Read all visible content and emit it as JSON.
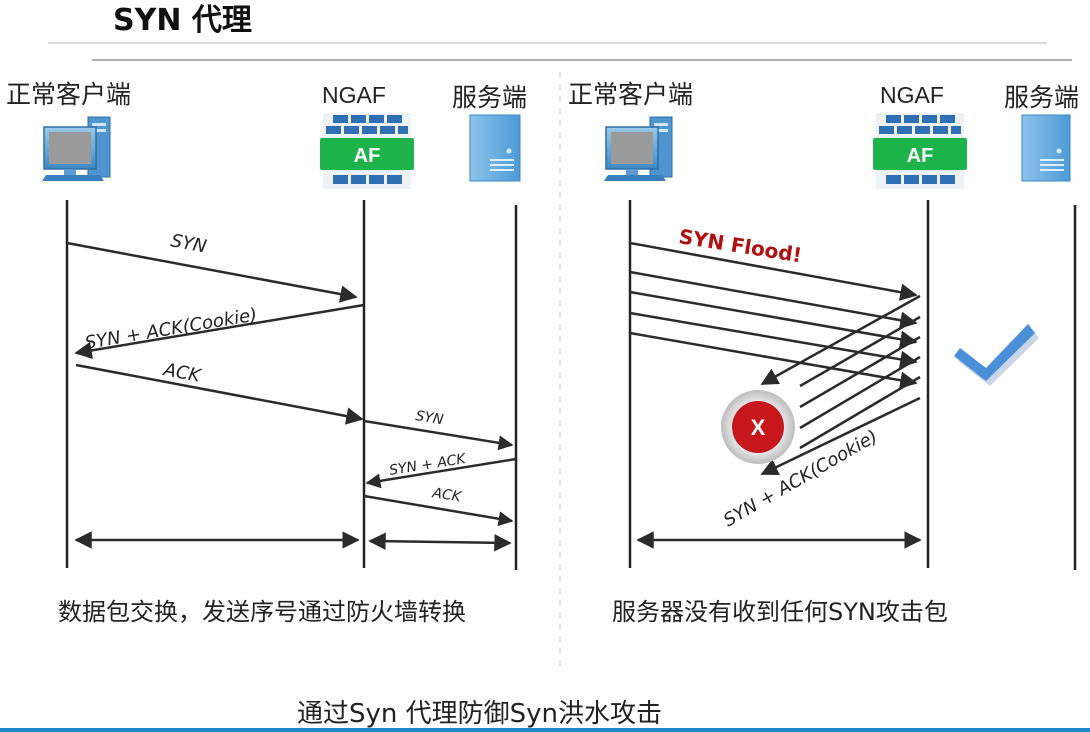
{
  "page": {
    "title": "SYN 代理",
    "footer": "通过Syn 代理防御Syn洪水攻击"
  },
  "left": {
    "client_label": "正常客户端",
    "firewall_label": "NGAF",
    "server_label": "服务端",
    "af_badge": "AF",
    "messages": {
      "syn": "SYN",
      "synack_cookie": "SYN + ACK(Cookie)",
      "ack": "ACK",
      "syn2": "SYN",
      "synack2": "SYN + ACK",
      "ack2": "ACK"
    },
    "caption": "数据包交换，发送序号通过防火墙转换"
  },
  "right": {
    "client_label": "正常客户端",
    "firewall_label": "NGAF",
    "server_label": "服务端",
    "af_badge": "AF",
    "flood_label": "SYN Flood!",
    "synack_cookie": "SYN + ACK(Cookie)",
    "blocked_mark": "X",
    "caption": "服务器没有收到任何SYN攻击包"
  },
  "colors": {
    "accent_blue": "#1f86c8",
    "firewall_green": "#1db34a",
    "brick_blue": "#2f6fb3",
    "server_blue": "#6fb2e6",
    "block_red": "#c8161d",
    "check_blue": "#4a8fd8",
    "flood_red": "#b01010"
  }
}
